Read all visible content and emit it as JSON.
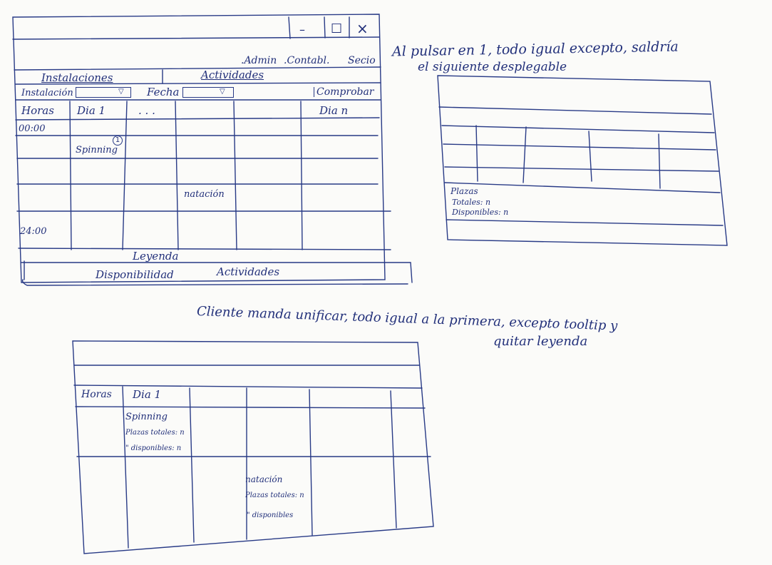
{
  "main_window": {
    "minimize_label": "–",
    "maximize_label": "☐",
    "close_label": "×",
    "menu_items": [
      ".Admin",
      ".Contabl.",
      "Secio"
    ],
    "tabs": [
      "Instalaciones",
      "Actividades"
    ],
    "filter": {
      "instalacion_label": "Instalación",
      "fecha_label": "Fecha",
      "comprobar_label": "Comprobar"
    },
    "table": {
      "headers": [
        "Horas",
        "Dia 1",
        ". . .",
        "Dia n"
      ],
      "start_time": "00:00",
      "end_time": "24:00",
      "entries": [
        {
          "name": "Spinning",
          "marker": "1"
        },
        {
          "name": "natación"
        }
      ]
    },
    "legend": {
      "title": "Leyenda",
      "items": [
        "Disponibilidad",
        "Actividades"
      ]
    }
  },
  "note_top": {
    "line1": "Al pulsar en 1, todo igual excepto, saldría",
    "line2": "el siguiente desplegable"
  },
  "popup": {
    "label": "Plazas",
    "totals": "Totales: n",
    "available": "Disponibles: n"
  },
  "note_middle": {
    "line1": "Cliente manda unificar, todo igual a la primera, excepto tooltip y",
    "line2": "quitar leyenda"
  },
  "unified_window": {
    "headers": [
      "Horas",
      "Dia 1"
    ],
    "entries": [
      {
        "name": "Spinning",
        "totals": "Plazas totales: n",
        "available": "\" disponibles: n"
      },
      {
        "name": "natación",
        "totals": "Plazas totales: n",
        "available": "\" disponibles"
      }
    ]
  }
}
